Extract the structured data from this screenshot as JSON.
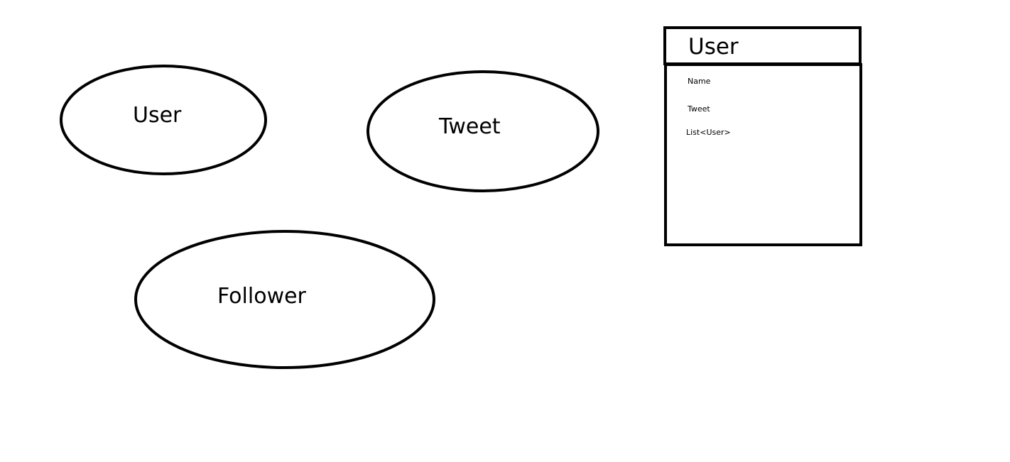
{
  "entities": [
    {
      "label": "User"
    },
    {
      "label": "Tweet"
    },
    {
      "label": "Follower"
    }
  ],
  "class_box": {
    "title": "User",
    "fields": [
      "Name",
      "Tweet",
      "List<User>"
    ]
  },
  "colors": {
    "stroke": "#000000",
    "background": "#ffffff"
  }
}
